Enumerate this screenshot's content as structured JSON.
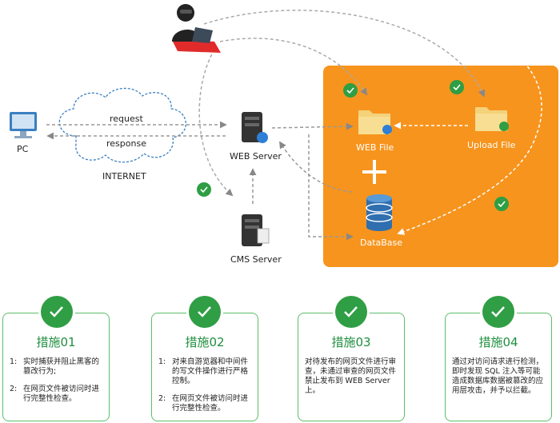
{
  "diagram": {
    "pc_label": "PC",
    "request_label": "request",
    "response_label": "response",
    "internet_label": "INTERNET",
    "web_server_label": "WEB Server",
    "cms_server_label": "CMS Server",
    "web_file_label": "WEB File",
    "upload_file_label": "Upload File",
    "database_label": "DataBase",
    "colors": {
      "orange_panel": "#f7941d",
      "green": "#2f9e44",
      "dashed": "#999999",
      "cloud": "#3a7fc1"
    }
  },
  "measures": [
    {
      "title": "措施01",
      "items": [
        {
          "num": "1:",
          "text": "实时捕获并阻止黑客的篡改行为;"
        },
        {
          "num": "2:",
          "text": "在网页文件被访问时进行完整性检查。"
        }
      ]
    },
    {
      "title": "措施02",
      "items": [
        {
          "num": "1:",
          "text": "对来自游览器和中间件的写文件操作进行严格控制。"
        },
        {
          "num": "2:",
          "text": "在网页文件被访问时进行完整性检查。"
        }
      ]
    },
    {
      "title": "措施03",
      "paragraph": "对待发布的网页文件进行审查，未通过审查的网页文件禁止发布到 WEB Server 上。"
    },
    {
      "title": "措施04",
      "paragraph": "通过对访问请求进行检测，即时发现 SQL 注入等可能造成数据库数据被篡改的应用层攻击，并予以拦截。"
    }
  ]
}
